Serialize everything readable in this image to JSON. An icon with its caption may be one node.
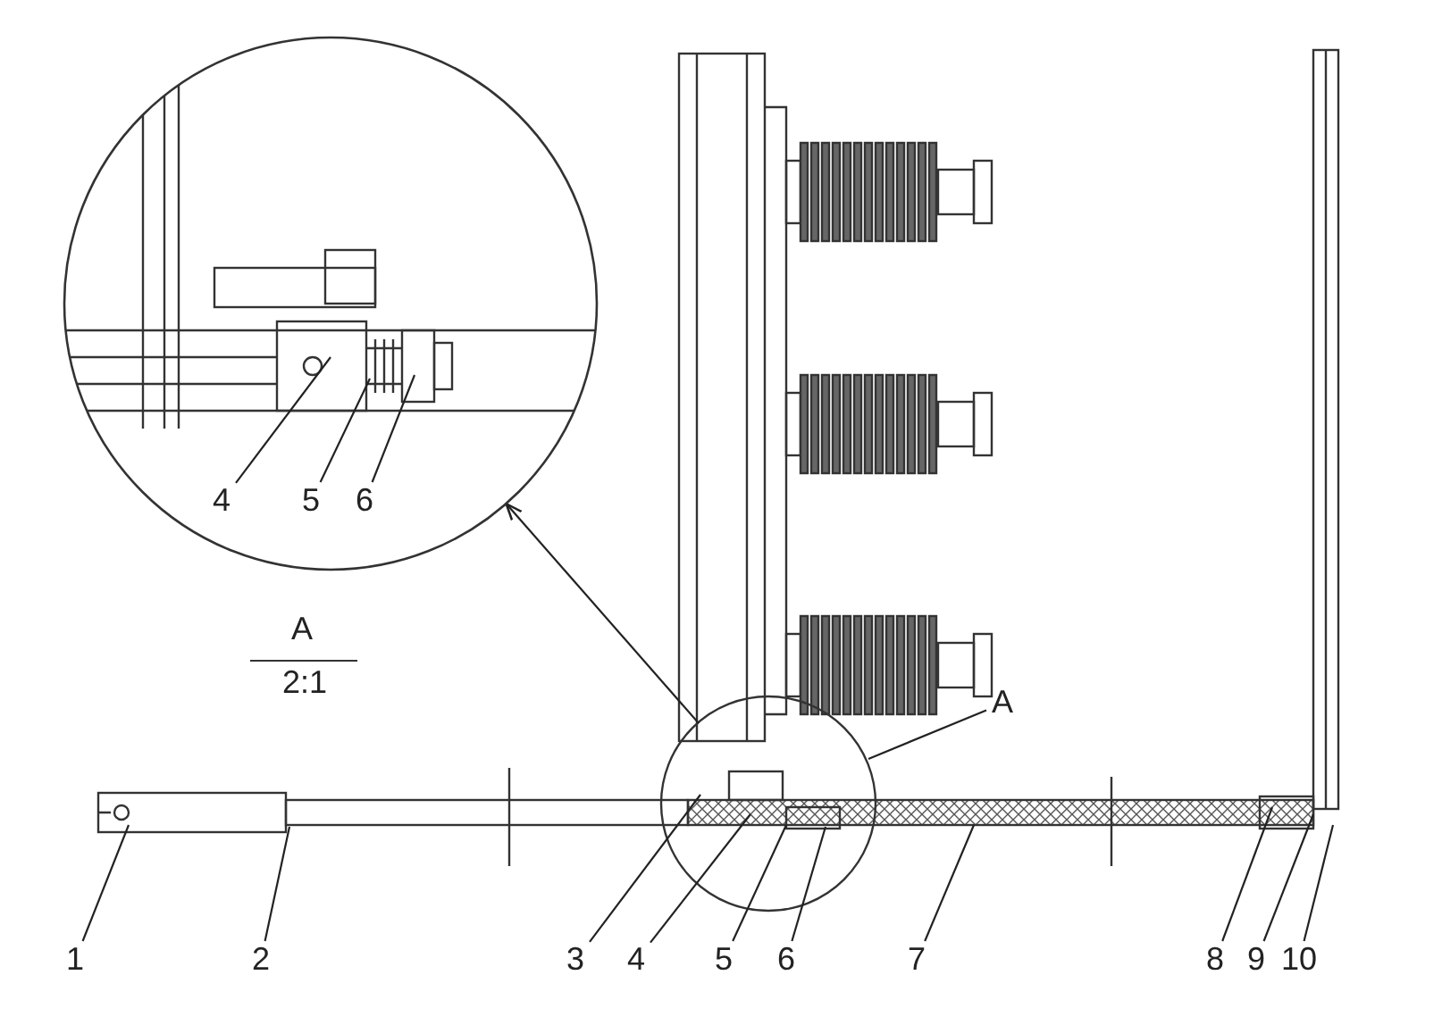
{
  "diagram": {
    "nodes": [
      {
        "text": [],
        "shape": "circle"
      },
      {
        "text": [
          "4"
        ],
        "in": 0
      },
      {
        "text": [
          "5"
        ],
        "in": 0
      },
      {
        "text": [
          "6"
        ],
        "in": 0
      },
      {
        "text": [
          "A"
        ]
      },
      {
        "text": [
          "1"
        ]
      },
      {
        "text": [
          "2"
        ]
      },
      {
        "text": [
          "3"
        ]
      },
      {
        "text": [
          "4"
        ]
      },
      {
        "text": [
          "5"
        ]
      },
      {
        "text": [
          "6"
        ]
      },
      {
        "text": [
          "7"
        ]
      },
      {
        "text": [
          "8"
        ]
      },
      {
        "text": [
          "9"
        ]
      },
      {
        "text": [
          "10"
        ]
      }
    ],
    "edges": [
      {
        "from": 1,
        "to": null,
        "arrow": "none"
      },
      {
        "from": 2,
        "to": null,
        "arrow": "none"
      },
      {
        "from": 3,
        "to": null,
        "arrow": "none"
      },
      {
        "from": 4,
        "to": null,
        "arrow": "none"
      },
      {
        "from": null,
        "to": 0,
        "arrow": "to"
      },
      {
        "from": 5,
        "to": null,
        "arrow": "none"
      },
      {
        "from": 6,
        "to": null,
        "arrow": "none"
      },
      {
        "from": 7,
        "to": null,
        "arrow": "none"
      },
      {
        "from": 8,
        "to": null,
        "arrow": "none"
      },
      {
        "from": 9,
        "to": null,
        "arrow": "none"
      },
      {
        "from": 10,
        "to": null,
        "arrow": "none"
      },
      {
        "from": 11,
        "to": null,
        "arrow": "none"
      },
      {
        "from": 12,
        "to": null,
        "arrow": "none"
      },
      {
        "from": 13,
        "to": null,
        "arrow": "none"
      },
      {
        "from": 14,
        "to": null,
        "arrow": "none"
      }
    ],
    "labels": [
      "A",
      "2:1"
    ]
  }
}
